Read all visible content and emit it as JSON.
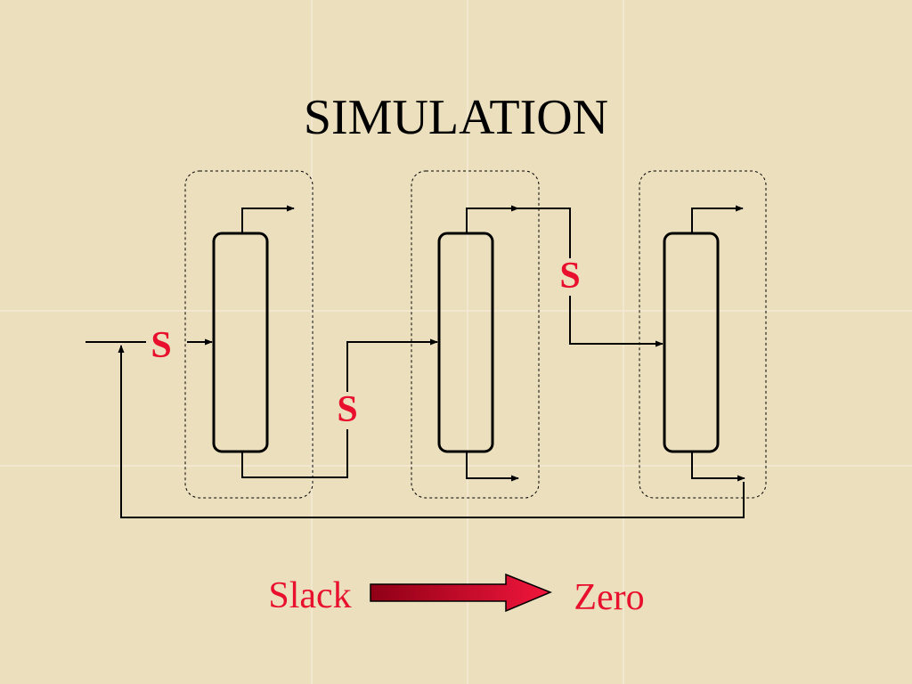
{
  "title": "SIMULATION",
  "streams": {
    "s1": "S",
    "s2": "S",
    "s3": "S"
  },
  "legend": {
    "from": "Slack",
    "to": "Zero"
  },
  "colors": {
    "label_red": "#e8102c",
    "arrow_dark": "#9c0018",
    "arrow_light": "#f0143a",
    "line": "#000000"
  }
}
